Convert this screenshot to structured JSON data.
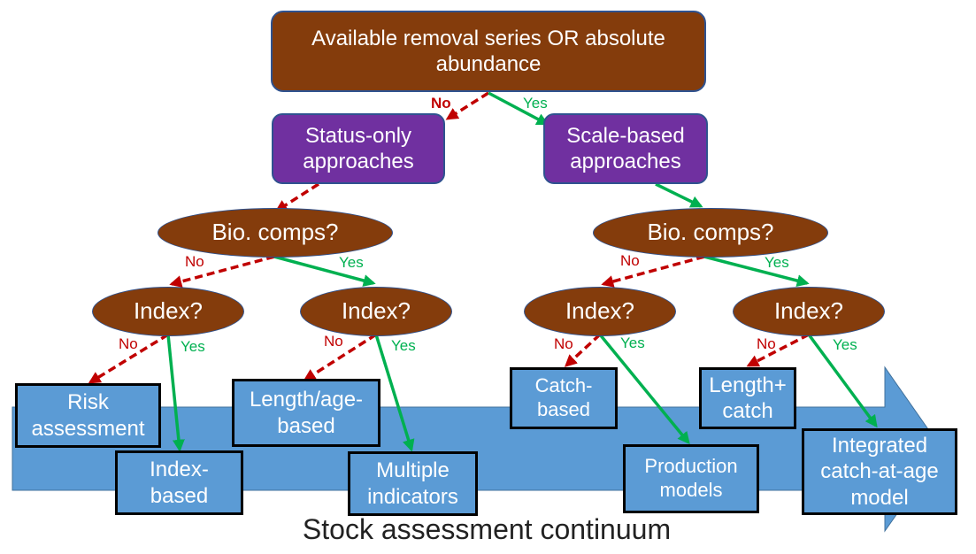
{
  "root": {
    "label": "Available removal series OR absolute abundance"
  },
  "approaches": {
    "status_only": "Status-only approaches",
    "scale_based": "Scale-based approaches"
  },
  "questions": {
    "bio_comps_left": "Bio. comps?",
    "bio_comps_right": "Bio. comps?",
    "index_1": "Index?",
    "index_2": "Index?",
    "index_3": "Index?",
    "index_4": "Index?"
  },
  "edge_labels": {
    "root_no": "No",
    "root_yes": "Yes",
    "bio_left_no": "No",
    "bio_left_yes": "Yes",
    "bio_right_no": "No",
    "bio_right_yes": "Yes",
    "index_1_no": "No",
    "index_1_yes": "Yes",
    "index_2_no": "No",
    "index_2_yes": "Yes",
    "index_3_no": "No",
    "index_3_yes": "Yes",
    "index_4_no": "No",
    "index_4_yes": "Yes"
  },
  "outcomes": {
    "risk_assessment": "Risk assessment",
    "index_based": "Index-based",
    "length_age_based": "Length/age-based",
    "multiple_indicators": "Multiple indicators",
    "catch_based": "Catch-based",
    "production_models": "Production models",
    "length_catch": "Length+ catch",
    "integrated_catch_at_age": "Integrated catch-at-age model"
  },
  "caption": "Stock assessment continuum",
  "colors": {
    "no_edge": "#c00000",
    "yes_edge": "#00b050",
    "root_fill": "#843c0c",
    "approach_fill": "#7030a0",
    "outcome_fill": "#5b9bd5",
    "arrow_fill": "#5b9bd5"
  }
}
